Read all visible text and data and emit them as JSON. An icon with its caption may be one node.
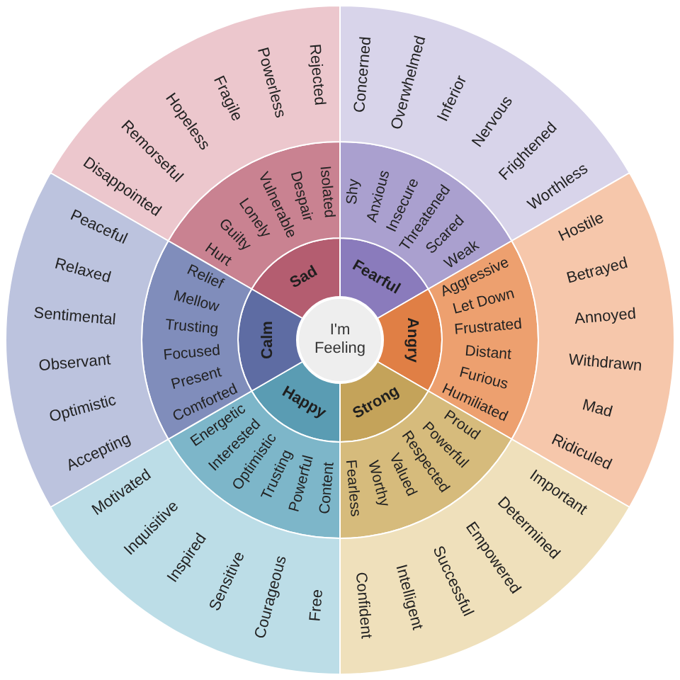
{
  "diagram": {
    "nodes": [
      {
        "text": [
          "I'm Feeling"
        ]
      },
      {
        "text": [
          "Sad"
        ]
      },
      {
        "text": [
          "Hurt",
          "Guilty",
          "Lonely",
          "Vulnerable",
          "Despair",
          "Isolated"
        ]
      },
      {
        "text": [
          "Disappointed",
          "Remorseful",
          "Hopeless",
          "Fragile",
          "Powerless",
          "Rejected"
        ]
      },
      {
        "text": [
          "Fearful"
        ]
      },
      {
        "text": [
          "Shy",
          "Anxious",
          "Insecure",
          "Threatened",
          "Scared",
          "Weak"
        ]
      },
      {
        "text": [
          "Concerned",
          "Overwhelmed",
          "Inferior",
          "Nervous",
          "Frightened",
          "Worthless"
        ]
      },
      {
        "text": [
          "Angry"
        ]
      },
      {
        "text": [
          "Aggressive",
          "Let Down",
          "Frustrated",
          "Distant",
          "Furious",
          "Humiliated"
        ]
      },
      {
        "text": [
          "Hostile",
          "Betrayed",
          "Annoyed",
          "Withdrawn",
          "Mad",
          "Ridiculed"
        ]
      },
      {
        "text": [
          "Strong"
        ]
      },
      {
        "text": [
          "Proud",
          "Powerful",
          "Respected",
          "Valued",
          "Worthy",
          "Fearless"
        ]
      },
      {
        "text": [
          "Important",
          "Determined",
          "Empowered",
          "Successful",
          "Intelligent",
          "Confident"
        ]
      },
      {
        "text": [
          "Happy"
        ]
      },
      {
        "text": [
          "Content",
          "Powerful",
          "Trusting",
          "Optimistic",
          "Interested",
          "Energetic"
        ]
      },
      {
        "text": [
          "Free",
          "Courageous",
          "Sensitive",
          "Inspired",
          "Inquisitive",
          "Motivated"
        ]
      },
      {
        "text": [
          "Calm"
        ]
      },
      {
        "text": [
          "Comforted",
          "Present",
          "Focused",
          "Trusting",
          "Mellow",
          "Relief"
        ]
      },
      {
        "text": [
          "Accepting",
          "Optimistic",
          "Observant",
          "Sentimental",
          "Relaxed",
          "Peaceful"
        ]
      }
    ],
    "edges": []
  }
}
